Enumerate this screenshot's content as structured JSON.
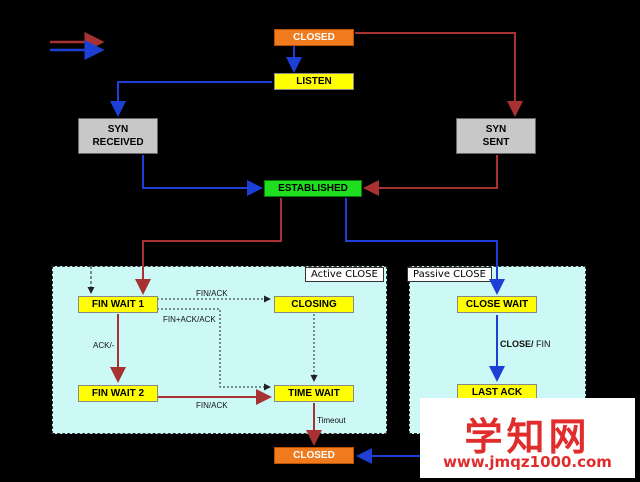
{
  "states": {
    "closed_top": "CLOSED",
    "listen": "LISTEN",
    "syn_received": "SYN\nRECEIVED",
    "syn_sent": "SYN\nSENT",
    "established": "ESTABLISHED",
    "fin_wait_1": "FIN WAIT 1",
    "closing": "CLOSING",
    "fin_wait_2": "FIN WAIT 2",
    "time_wait": "TIME WAIT",
    "close_wait": "CLOSE WAIT",
    "last_ack": "LAST ACK",
    "closed_bottom": "CLOSED"
  },
  "panels": {
    "active_title": "Active CLOSE",
    "passive_title": "Passive CLOSE"
  },
  "edge_labels": {
    "fin_ack_top": "FIN/ACK",
    "fin_ack_ack": "FIN+ACK/ACK",
    "ack": "ACK/-",
    "fin_ack_bottom": "FIN/ACK",
    "timeout": "Timeout",
    "close_fin_bold": "CLOSE/",
    "close_fin_rest": " FIN"
  },
  "watermark": {
    "chinese": "学知网",
    "url": "www.jmqz1000.com"
  },
  "colors": {
    "client_path": "#a83232",
    "server_path": "#1c3fd6",
    "panel_bg": "#ccf8f6"
  }
}
